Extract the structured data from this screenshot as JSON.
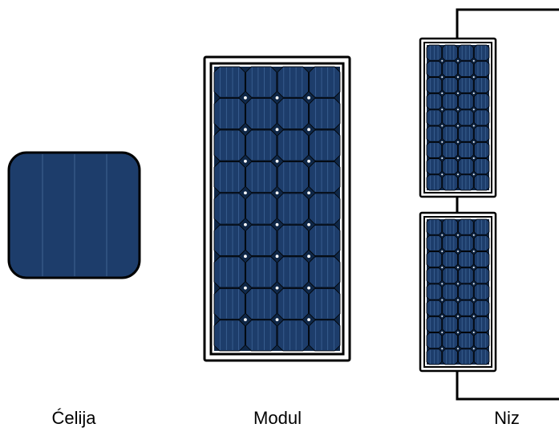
{
  "labels": {
    "cell": "Ćelija",
    "module": "Modul",
    "array": "Niz"
  },
  "colors": {
    "cell_fill": "#1d3d6b",
    "cell_stroke": "#000000",
    "finger_lines": "#3e6496",
    "frame": "#000000",
    "background": "#ffffff",
    "wire": "#000000"
  },
  "icons": {
    "cell": "solar-cell-icon",
    "module": "solar-module-icon",
    "array": "solar-array-icon"
  },
  "structure": {
    "module_cell_columns": 4,
    "module_cell_rows": 9,
    "array_module_count": 2
  }
}
